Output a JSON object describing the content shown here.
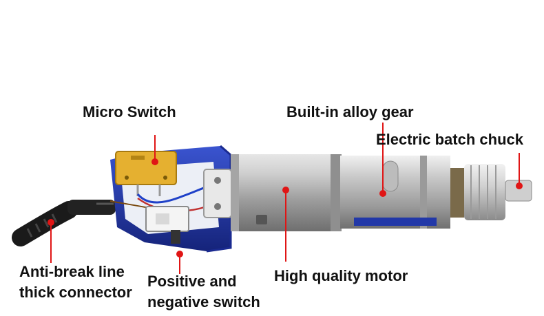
{
  "labels": {
    "micro_switch": "Micro Switch",
    "alloy_gear": "Built-in alloy gear",
    "batch_chuck": "Electric batch chuck",
    "anti_break_line1": "Anti-break line",
    "anti_break_line2": "thick connector",
    "pos_neg_line1": "Positive and",
    "pos_neg_line2": "negative switch",
    "motor": "High quality motor"
  },
  "colors": {
    "pointer": "#e01515",
    "housing_blue": "#2238a8",
    "motor_silver": "#b9b9b9",
    "switch_yellow": "#e5b030",
    "cable_black": "#1a1a1a"
  }
}
